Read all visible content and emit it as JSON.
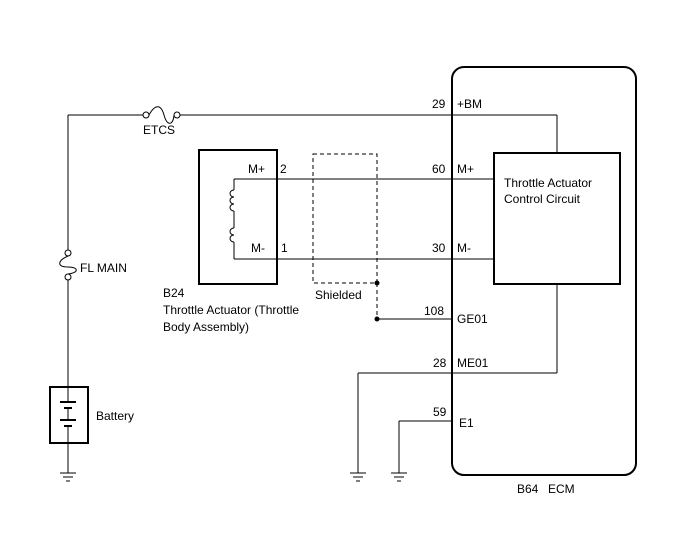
{
  "power": {
    "battery_label": "Battery",
    "fl_main_label": "FL MAIN",
    "etcs_label": "ETCS"
  },
  "actuator": {
    "code": "B24",
    "name_line1": "Throttle Actuator (Throttle",
    "name_line2": "Body Assembly)",
    "pin_m_plus_label": "M+",
    "pin_m_plus_num": "2",
    "pin_m_minus_label": "M-",
    "pin_m_minus_num": "1"
  },
  "shield": {
    "label": "Shielded"
  },
  "ecm": {
    "code": "B64",
    "name": "ECM",
    "control_circuit_line1": "Throttle Actuator",
    "control_circuit_line2": "Control Circuit",
    "pins": {
      "bm": {
        "num": "29",
        "label": "+BM"
      },
      "m_plus": {
        "num": "60",
        "label": "M+"
      },
      "m_minus": {
        "num": "30",
        "label": "M-"
      },
      "ge01": {
        "num": "108",
        "label": "GE01"
      },
      "me01": {
        "num": "28",
        "label": "ME01"
      },
      "e1": {
        "num": "59",
        "label": "E1"
      }
    }
  }
}
